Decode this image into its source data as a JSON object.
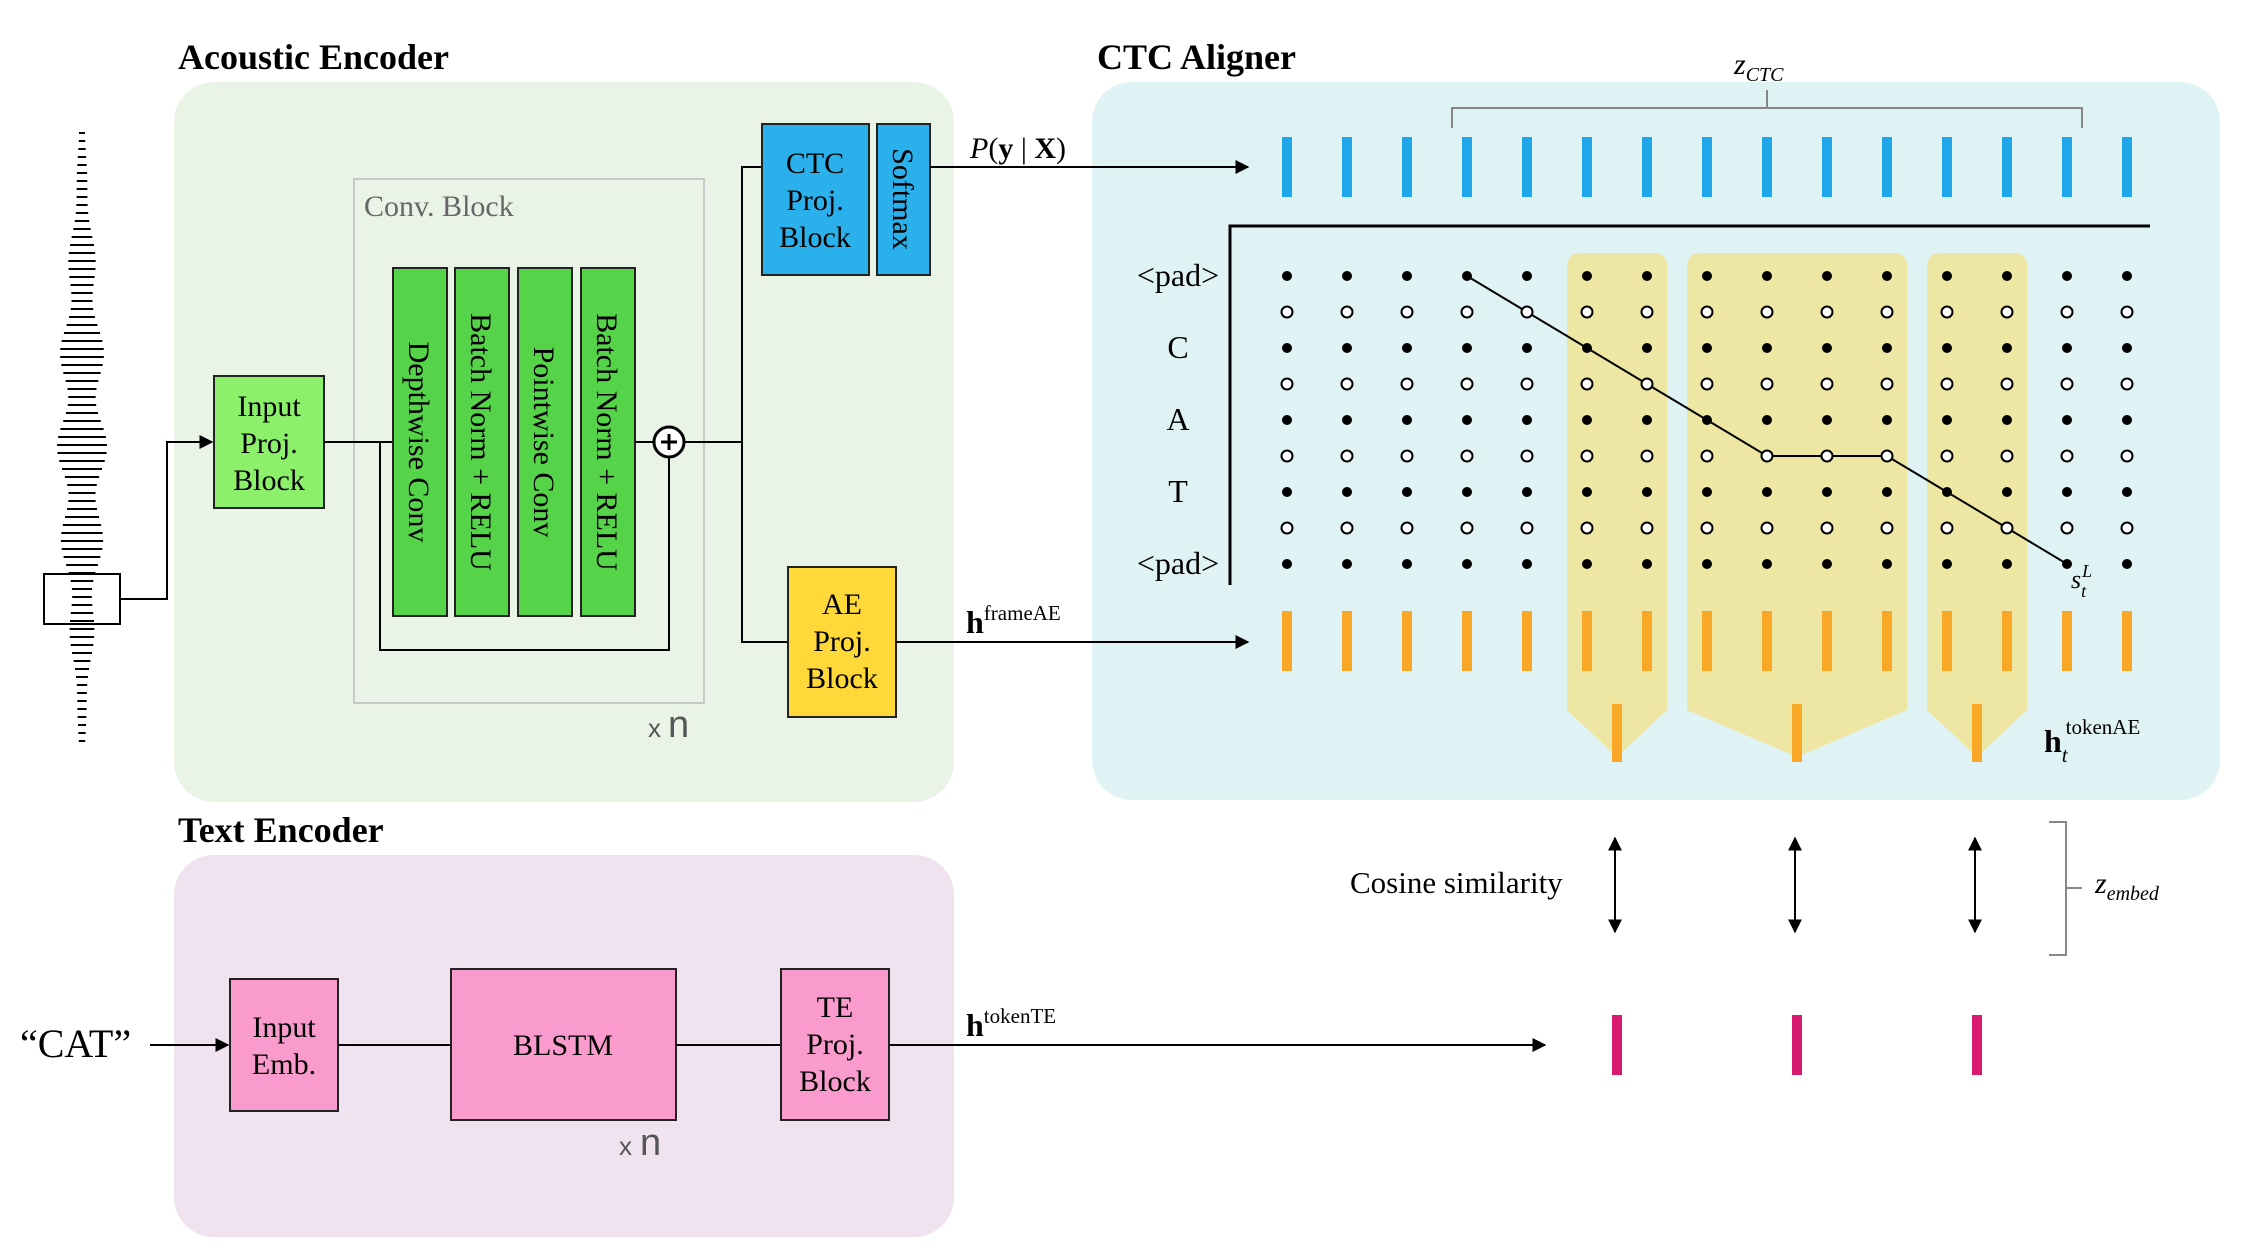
{
  "acoustic_encoder": {
    "title": "Acoustic Encoder",
    "conv_block_label": "Conv. Block",
    "input_block": [
      "Input",
      "Proj.",
      "Block"
    ],
    "conv_layers": [
      "Depthwise Conv",
      "Batch Norm + RELU",
      "Pointwise Conv",
      "Batch Norm + RELU"
    ],
    "repeat_x": "x",
    "repeat_n": "n",
    "ctc_block": [
      "CTC",
      "Proj.",
      "Block"
    ],
    "softmax_label": "Softmax",
    "ae_block": [
      "AE",
      "Proj.",
      "Block"
    ],
    "plus_symbol": "+"
  },
  "ctc_aligner": {
    "title": "CTC Aligner",
    "z_ctc": {
      "base": "z",
      "sub": "CTC"
    },
    "prob_label": {
      "p": "P",
      "open": "(",
      "y": "y",
      "bar": " | ",
      "x": "X",
      "close": ")"
    },
    "h_frame": {
      "base": "h",
      "sup": "frameAE"
    },
    "h_token_ae": {
      "base": "h",
      "sub": "t",
      "sup": "tokenAE"
    },
    "s_label": {
      "base": "s",
      "sub": "t",
      "sup": "L"
    },
    "row_labels": [
      "<pad>",
      "C",
      "A",
      "T",
      "<pad>"
    ],
    "columns": 15,
    "rows": 9,
    "alignment_path": [
      [
        3,
        0
      ],
      [
        4,
        1
      ],
      [
        5,
        2
      ],
      [
        6,
        3
      ],
      [
        7,
        4
      ],
      [
        8,
        5
      ],
      [
        9,
        5
      ],
      [
        10,
        5
      ],
      [
        11,
        6
      ],
      [
        12,
        7
      ],
      [
        13,
        8
      ]
    ],
    "token_groups": [
      [
        5,
        6
      ],
      [
        7,
        10
      ],
      [
        11,
        12
      ]
    ]
  },
  "text_encoder": {
    "title": "Text Encoder",
    "input_text": "“CAT”",
    "input_emb": [
      "Input",
      "Emb."
    ],
    "blstm_label": "BLSTM",
    "te_block": [
      "TE",
      "Proj.",
      "Block"
    ],
    "repeat_x": "x",
    "repeat_n": "n",
    "h_token_te": {
      "base": "h",
      "sup": "tokenTE"
    }
  },
  "similarity": {
    "label": "Cosine similarity",
    "z_embed": {
      "base": "z",
      "sub": "embed"
    }
  },
  "colors": {
    "acoustic_bg": "#eaf4e6",
    "aligner_bg": "#dff3f5",
    "text_bg": "#f0e2ef",
    "green_block": "#55d44a",
    "light_green_block": "#8cf06a",
    "blue_block": "#2ab0ea",
    "yellow_block": "#ffd83a",
    "pink_block": "#f99bcc",
    "ctc_bar": "#1ea7ea",
    "ae_bar": "#f8a826",
    "te_bar": "#d81b6e",
    "token_highlight": "#eee7a4"
  },
  "icons": [
    "waveform-icon",
    "plus-circle-icon"
  ]
}
